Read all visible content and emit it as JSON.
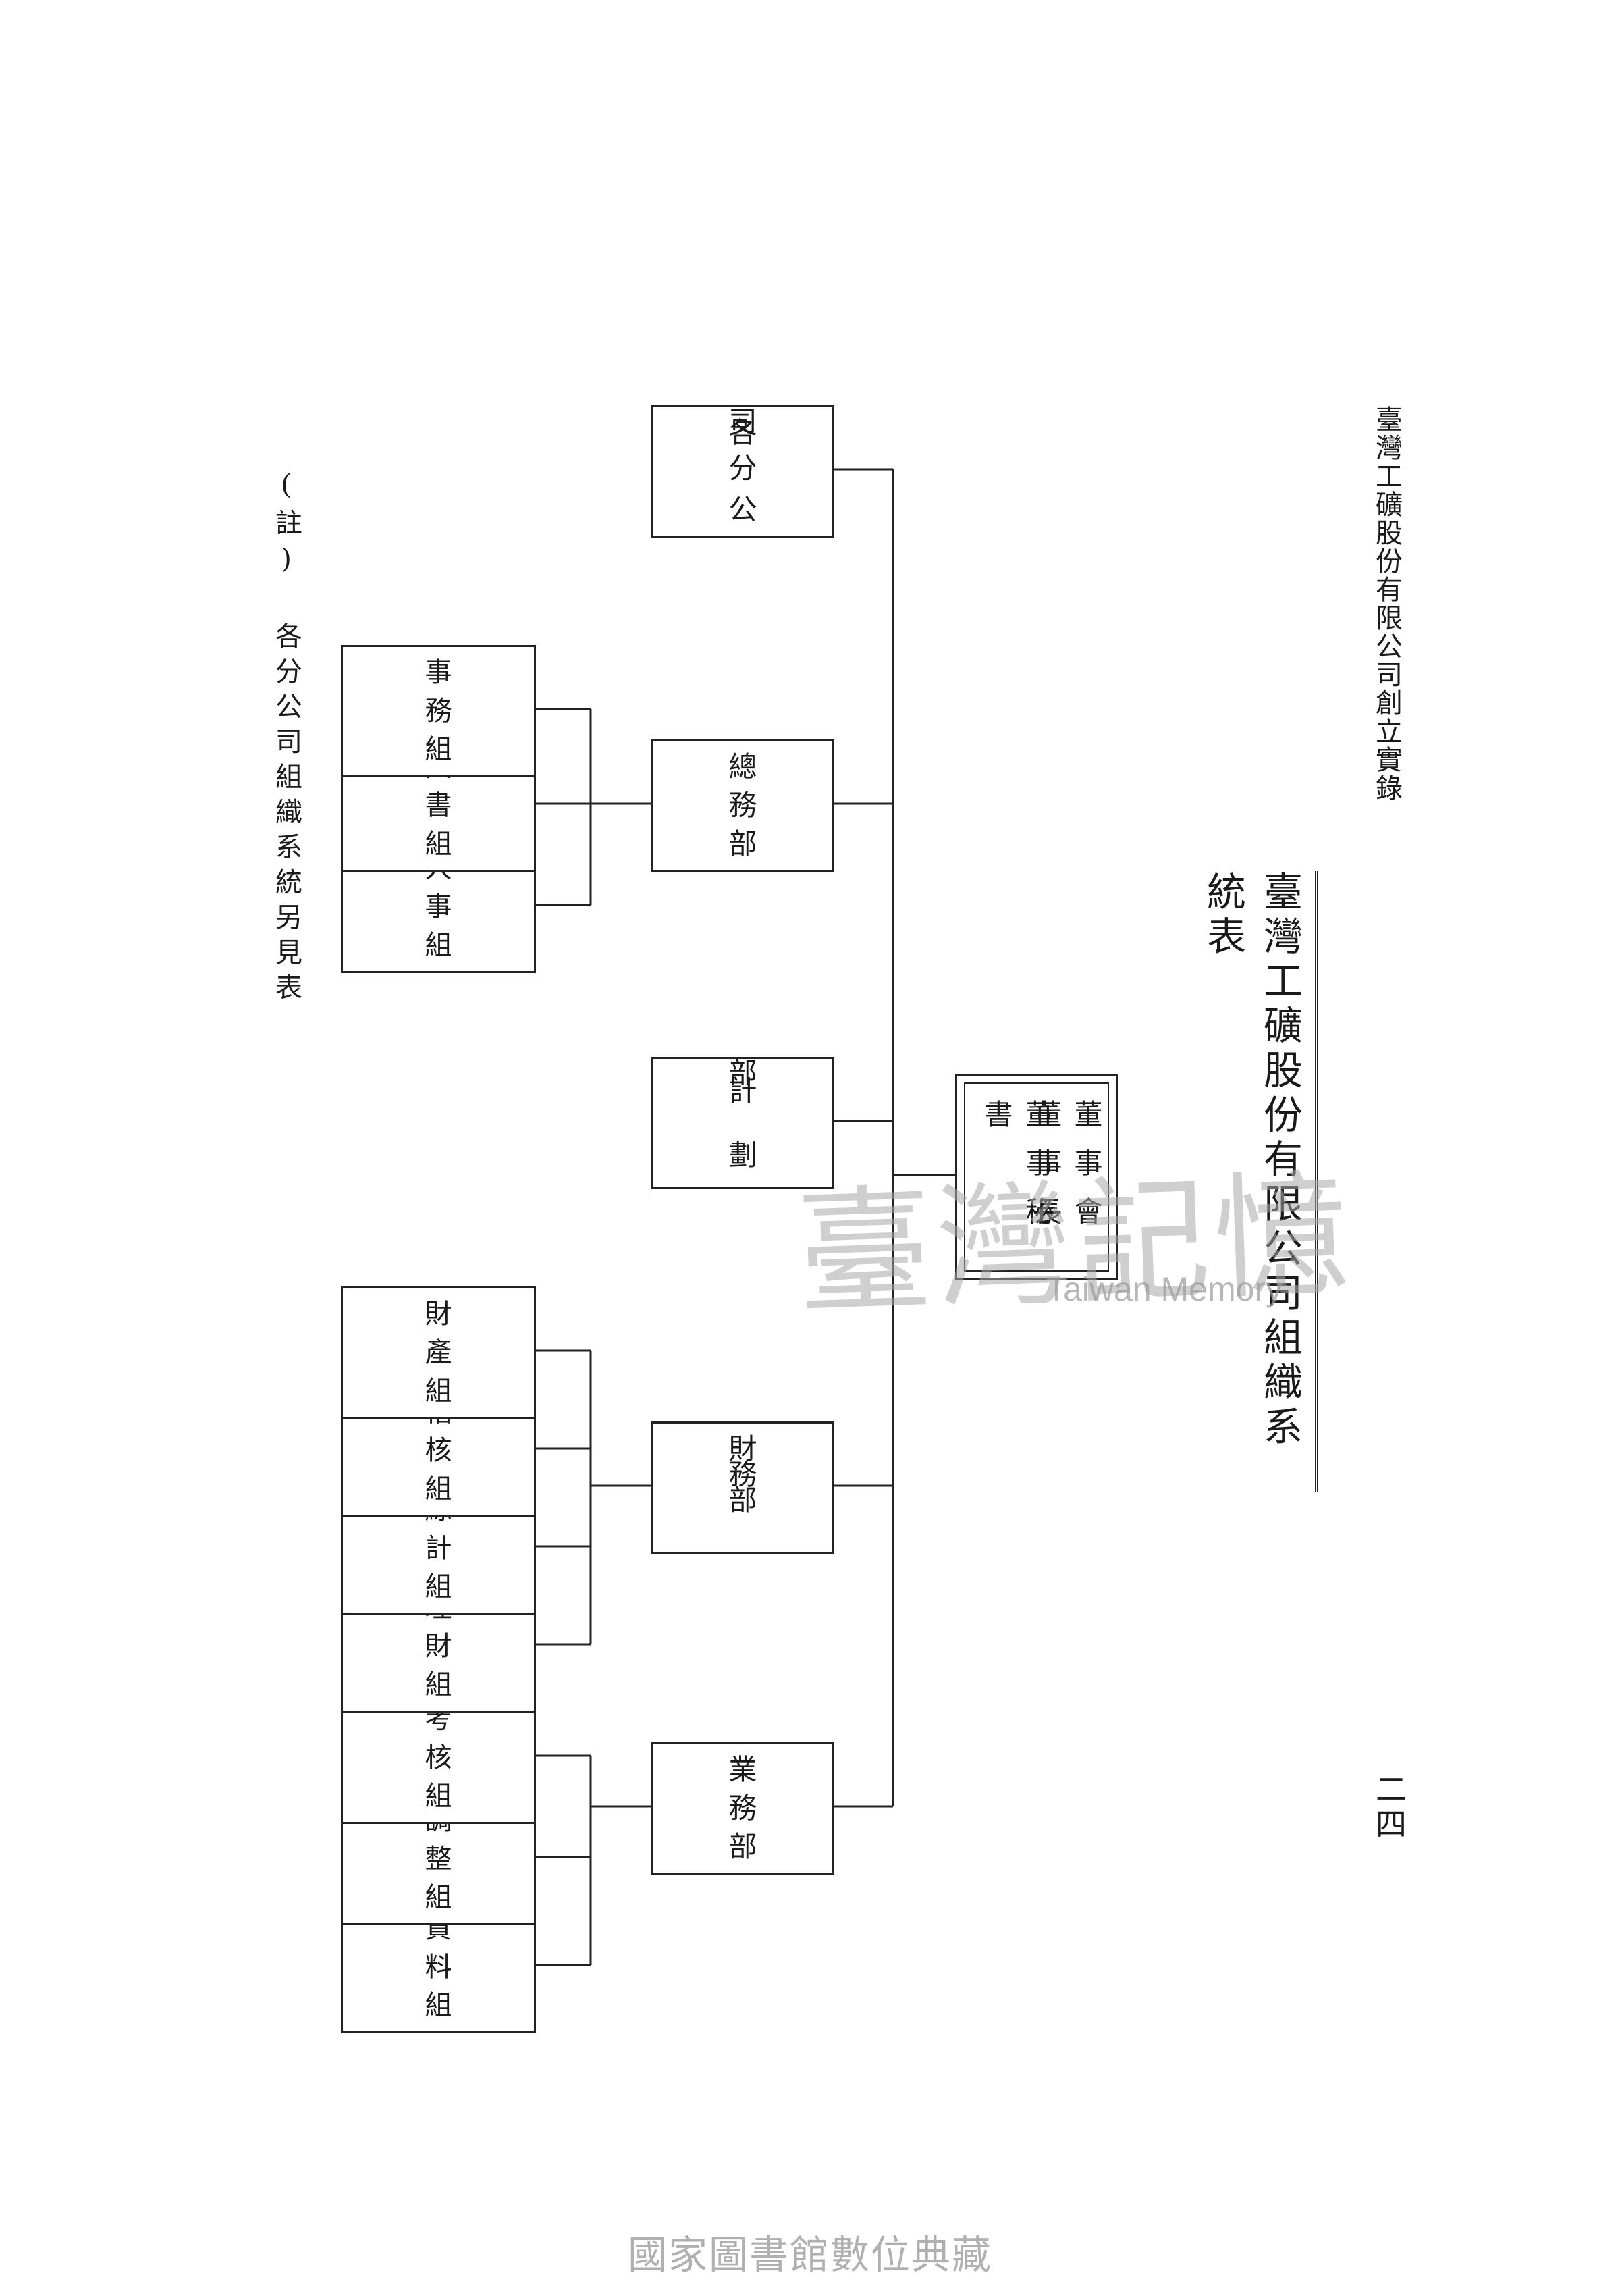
{
  "header": {
    "running_title": "臺灣工礦股份有限公司創立實錄",
    "page_number": "二四"
  },
  "title": "臺灣工礦股份有限公司組織系統表",
  "board": [
    "董事會",
    "董事長",
    "董事秘書"
  ],
  "departments": [
    {
      "label": "業務部",
      "groups": [
        "資料組",
        "調整組",
        "考核組"
      ]
    },
    {
      "label": "財務部",
      "groups": [
        "理財組",
        "綜計組",
        "稽核組",
        "財產組"
      ]
    },
    {
      "label": "計劃部",
      "groups": []
    },
    {
      "label": "總務部",
      "groups": [
        "人事組",
        "文書組",
        "事務組"
      ]
    },
    {
      "label": "各分公司",
      "groups": []
    }
  ],
  "note": "(註) 各分公司組織系統另見表",
  "watermark": {
    "logo": "臺灣記憶",
    "subtitle": "Taiwan Memory"
  },
  "footer": "國家圖書館數位典藏"
}
